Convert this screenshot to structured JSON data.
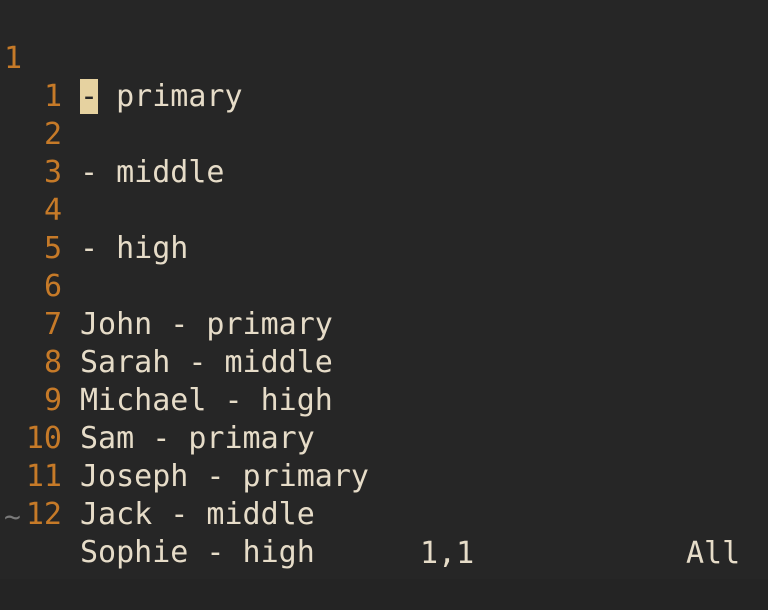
{
  "editor": {
    "current_line_number": "1",
    "cursor_char": "-",
    "current_line_rest": " primary",
    "lines": [
      {
        "num": "1",
        "text": ""
      },
      {
        "num": "2",
        "text": "- middle"
      },
      {
        "num": "3",
        "text": ""
      },
      {
        "num": "4",
        "text": "- high"
      },
      {
        "num": "5",
        "text": ""
      },
      {
        "num": "6",
        "text": "John - primary"
      },
      {
        "num": "7",
        "text": "Sarah - middle"
      },
      {
        "num": "8",
        "text": "Michael - high"
      },
      {
        "num": "9",
        "text": "Sam - primary"
      },
      {
        "num": "10",
        "text": "Joseph - primary"
      },
      {
        "num": "11",
        "text": "Jack - middle"
      },
      {
        "num": "12",
        "text": "Sophie - high"
      }
    ],
    "empty_marker": "~"
  },
  "status": {
    "position": "1,1",
    "scroll": "All"
  },
  "colors": {
    "background": "#262626",
    "text": "#e6dcc8",
    "line_number": "#c67a28",
    "cursor": "#e6d2a0"
  }
}
